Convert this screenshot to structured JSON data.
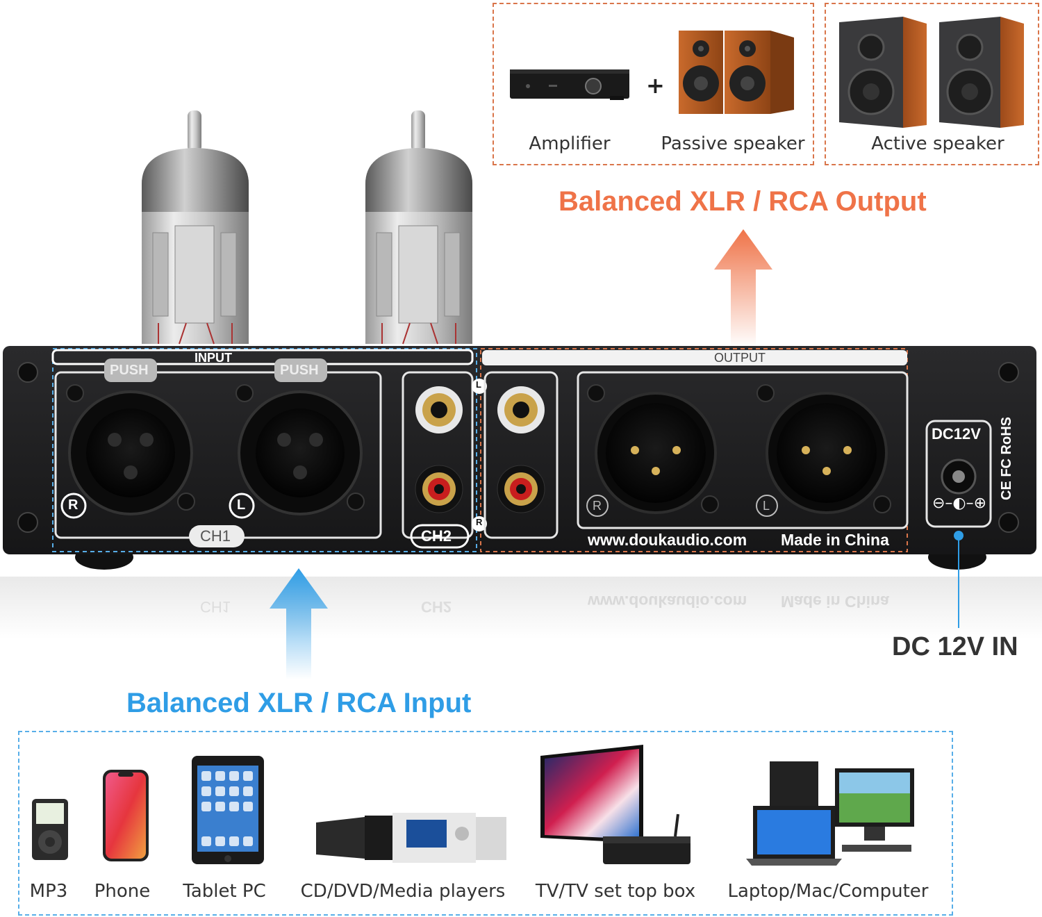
{
  "output": {
    "title": "Balanced XLR / RCA Output",
    "devices": [
      {
        "label": "Amplifier",
        "icon": "amplifier-icon"
      },
      {
        "plus": "+"
      },
      {
        "label": "Passive speaker",
        "icon": "passive-speaker-icon"
      },
      {
        "label": "Active speaker",
        "icon": "active-speaker-icon"
      }
    ]
  },
  "input": {
    "title": "Balanced XLR / RCA Input",
    "devices": [
      {
        "label": "MP3",
        "icon": "mp3-player-icon"
      },
      {
        "label": "Phone",
        "icon": "phone-icon"
      },
      {
        "label": "Tablet PC",
        "icon": "tablet-icon"
      },
      {
        "label": "CD/DVD/Media players",
        "icon": "media-player-icon"
      },
      {
        "label": "TV/TV set top box",
        "icon": "tv-icon"
      },
      {
        "label": "Laptop/Mac/Computer",
        "icon": "computer-icon"
      }
    ]
  },
  "panel": {
    "input_label": "INPUT",
    "output_label": "OUTPUT",
    "push_label": "PUSH",
    "ch1_label": "CH1",
    "ch2_label": "CH2",
    "r_label": "R",
    "l_label": "L",
    "website": "www.doukaudio.com",
    "made_in": "Made in China",
    "dc_label": "DC12V",
    "reflection_ch1": "CH1",
    "reflection_ch2": "CH2",
    "reflection_website": "www.doukaudio.com",
    "reflection_made_in": "Made in China"
  },
  "power": {
    "label": "DC 12V IN"
  },
  "colors": {
    "output_accent": "#ef7348",
    "input_accent": "#2f9de6",
    "chassis": "#1d1d1f"
  }
}
